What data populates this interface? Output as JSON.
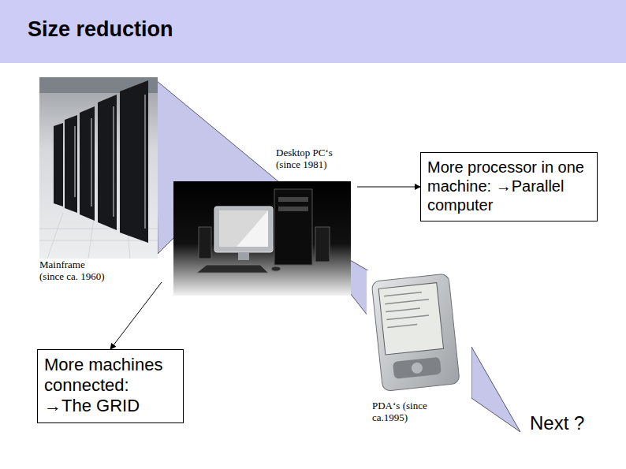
{
  "diagram": {
    "title": "Size reduction",
    "nodes": [
      {
        "text": [
          "Mainframe (since ca. 1960)"
        ]
      },
      {
        "text": [
          "Desktop PC‘s (since 1981)"
        ]
      },
      {
        "text": [
          "More processor in one machine: →Parallel computer"
        ]
      },
      {
        "text": [
          "PDA‘s (since ca.1995)"
        ]
      },
      {
        "text": [
          "More machines connected: →The GRID"
        ]
      }
    ],
    "edges": [
      {
        "from": 1,
        "to": 2,
        "arrow": "to"
      },
      {
        "from": 0,
        "to": 4,
        "arrow": "to"
      }
    ],
    "labels": [
      "Next ?"
    ]
  }
}
